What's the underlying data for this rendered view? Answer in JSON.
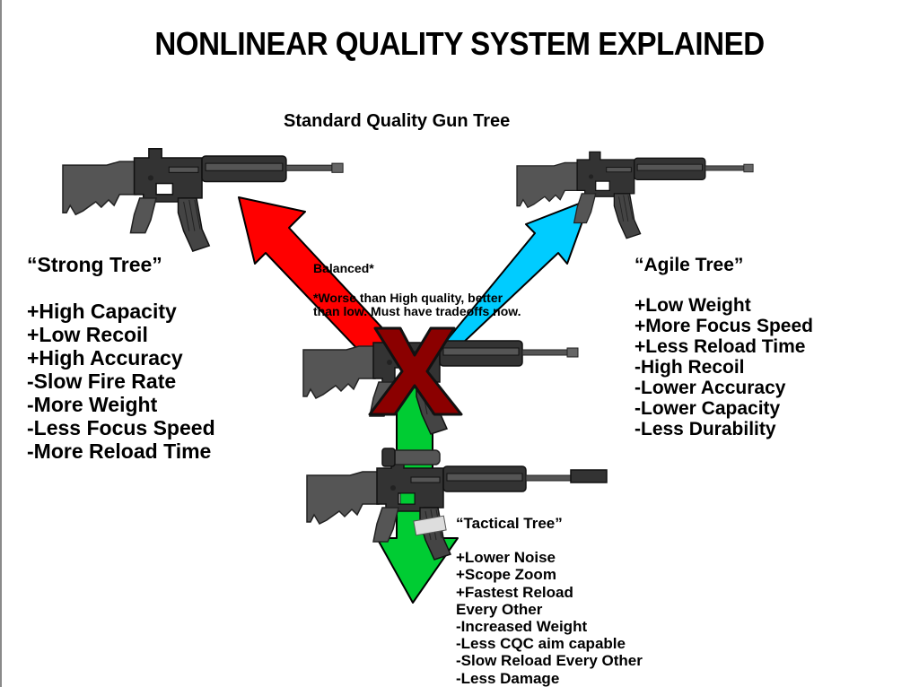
{
  "title": "NONLINEAR QUALITY SYSTEM EXPLAINED",
  "subtitle": "Standard Quality Gun Tree",
  "colors": {
    "strong_arrow": "#ff0000",
    "agile_arrow": "#00ccff",
    "tactical_arrow": "#00cc33",
    "x_mark": "#8b0000",
    "gun_body": "#3a3a3a"
  },
  "strong_tree": {
    "title": "“Strong Tree”",
    "items": [
      "+High Capacity",
      "+Low Recoil",
      "+High Accuracy",
      "-Slow Fire Rate",
      "-More Weight",
      "-Less Focus Speed",
      "-More Reload Time"
    ]
  },
  "agile_tree": {
    "title": "“Agile Tree”",
    "items": [
      "+Low Weight",
      "+More Focus Speed",
      "+Less Reload Time",
      "-High Recoil",
      "-Lower Accuracy",
      "-Lower Capacity",
      "-Less Durability"
    ]
  },
  "tactical_tree": {
    "title": "“Tactical Tree”",
    "items": [
      "+Lower Noise",
      "+Scope Zoom",
      "+Fastest Reload",
      "Every Other",
      "-Increased Weight",
      "-Less CQC aim capable",
      "-Slow Reload Every Other",
      "-Less Damage"
    ]
  },
  "balanced": {
    "title": "Balanced*",
    "note_line1": "*Worse than High quality, better",
    "note_line2": "than low. Must have tradeoffs now."
  },
  "icons": {
    "strong_gun": "rifle-icon",
    "agile_gun": "rifle-icon",
    "standard_gun": "rifle-icon",
    "tactical_gun": "scoped-rifle-icon",
    "x_mark": "cross-icon"
  }
}
